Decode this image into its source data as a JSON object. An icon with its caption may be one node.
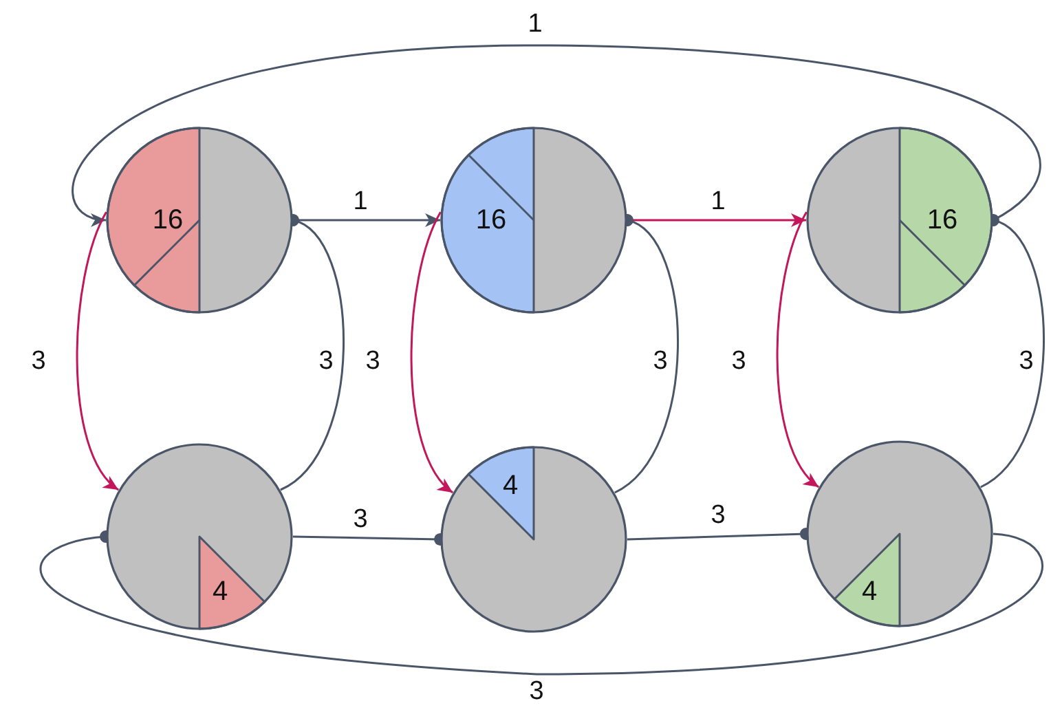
{
  "diagram": {
    "nodes": [
      {
        "text": [
          "16"
        ]
      },
      {
        "text": [
          "16"
        ]
      },
      {
        "text": [
          "16"
        ]
      },
      {
        "text": [
          "4"
        ]
      },
      {
        "text": [
          "4"
        ]
      },
      {
        "text": [
          "4"
        ]
      }
    ],
    "edges": [
      {
        "from": 0,
        "to": 1,
        "arrow": "to",
        "label": "1"
      },
      {
        "from": 1,
        "to": 2,
        "arrow": "to",
        "label": "1",
        "color": "#c2185b"
      },
      {
        "from": 2,
        "to": 0,
        "arrow": "to",
        "label": "1"
      },
      {
        "from": 0,
        "to": 3,
        "arrow": "to",
        "label": "3",
        "color": "#c2185b"
      },
      {
        "from": 0,
        "to": 3,
        "arrow": "other",
        "label": "3"
      },
      {
        "from": 1,
        "to": 4,
        "arrow": "to",
        "label": "3",
        "color": "#c2185b"
      },
      {
        "from": 1,
        "to": 4,
        "arrow": "other",
        "label": "3"
      },
      {
        "from": 2,
        "to": 5,
        "arrow": "to",
        "label": "3",
        "color": "#c2185b"
      },
      {
        "from": 2,
        "to": 5,
        "arrow": "other",
        "label": "3"
      },
      {
        "from": 4,
        "to": 3,
        "arrow": "other",
        "label": "3"
      },
      {
        "from": 5,
        "to": 4,
        "arrow": "other",
        "label": "3"
      },
      {
        "from": 3,
        "to": 5,
        "arrow": "other",
        "label": "3"
      }
    ]
  }
}
